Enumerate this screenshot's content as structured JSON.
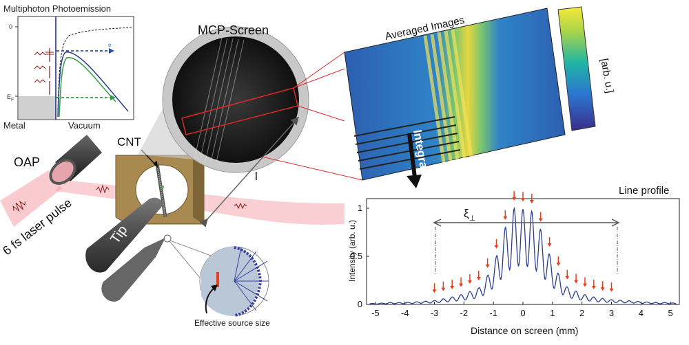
{
  "inset": {
    "title": "Multiphoton Photoemission",
    "zero_label": "0",
    "fermi_label": "E",
    "fermi_sub": "F",
    "electron_label": "e",
    "metal_label": "Metal",
    "vacuum_label": "Vacuum"
  },
  "setup": {
    "oap_label": "OAP",
    "laser_label": "6 fs laser pulse",
    "cnt_label": "CNT",
    "tip_label": "Tip",
    "mcp_label": "MCP-Screen",
    "distance_label": "l",
    "source_label": "Effective source size"
  },
  "detector": {
    "averaged_label": "Averaged Images",
    "colorbar_label": "[arb. u.]",
    "integrate_label": "Integrate"
  },
  "plot": {
    "title": "Line profile",
    "xlabel": "Distance on screen (mm)",
    "ylabel": "Intensity (arb. u.)",
    "xi_label": "ξ",
    "xi_sub": "⊥",
    "x_ticks": [
      "-5",
      "-4",
      "-3",
      "-2",
      "-1",
      "0",
      "1",
      "2",
      "3",
      "4",
      "5"
    ],
    "y_ticks": [
      "0",
      "0.5",
      "1"
    ]
  },
  "colors": {
    "line": "#2b3d8f",
    "arrows": "#e8401a",
    "laser": "#f4a0a8",
    "plate": "#a8894f",
    "screen_blue": "#2c6fb8"
  },
  "chart_data": {
    "type": "line",
    "title": "Line profile",
    "xlabel": "Distance on screen (mm)",
    "ylabel": "Intensity (arb. u.)",
    "xlim": [
      -5.3,
      5.3
    ],
    "ylim": [
      0,
      1.1
    ],
    "series": [
      {
        "values": [
          [
            -5.2,
            0.01
          ],
          [
            -5.0,
            0.01
          ],
          [
            -4.5,
            0.02
          ],
          [
            -4.0,
            0.02
          ],
          [
            -3.5,
            0.03
          ],
          [
            -3.0,
            0.04
          ],
          [
            -2.5,
            0.07
          ],
          [
            -2.0,
            0.11
          ],
          [
            -1.5,
            0.17
          ],
          [
            -1.2,
            0.3
          ],
          [
            -0.9,
            0.5
          ],
          [
            -0.6,
            0.8
          ],
          [
            -0.3,
            1.0
          ],
          [
            0.0,
            0.99
          ],
          [
            0.3,
            0.97
          ],
          [
            0.6,
            0.78
          ],
          [
            0.9,
            0.52
          ],
          [
            1.2,
            0.32
          ],
          [
            1.5,
            0.18
          ],
          [
            2.0,
            0.11
          ],
          [
            2.5,
            0.07
          ],
          [
            3.0,
            0.05
          ],
          [
            3.5,
            0.04
          ],
          [
            4.0,
            0.03
          ],
          [
            4.5,
            0.02
          ],
          [
            5.0,
            0.02
          ],
          [
            5.2,
            0.01
          ]
        ]
      }
    ]
  }
}
